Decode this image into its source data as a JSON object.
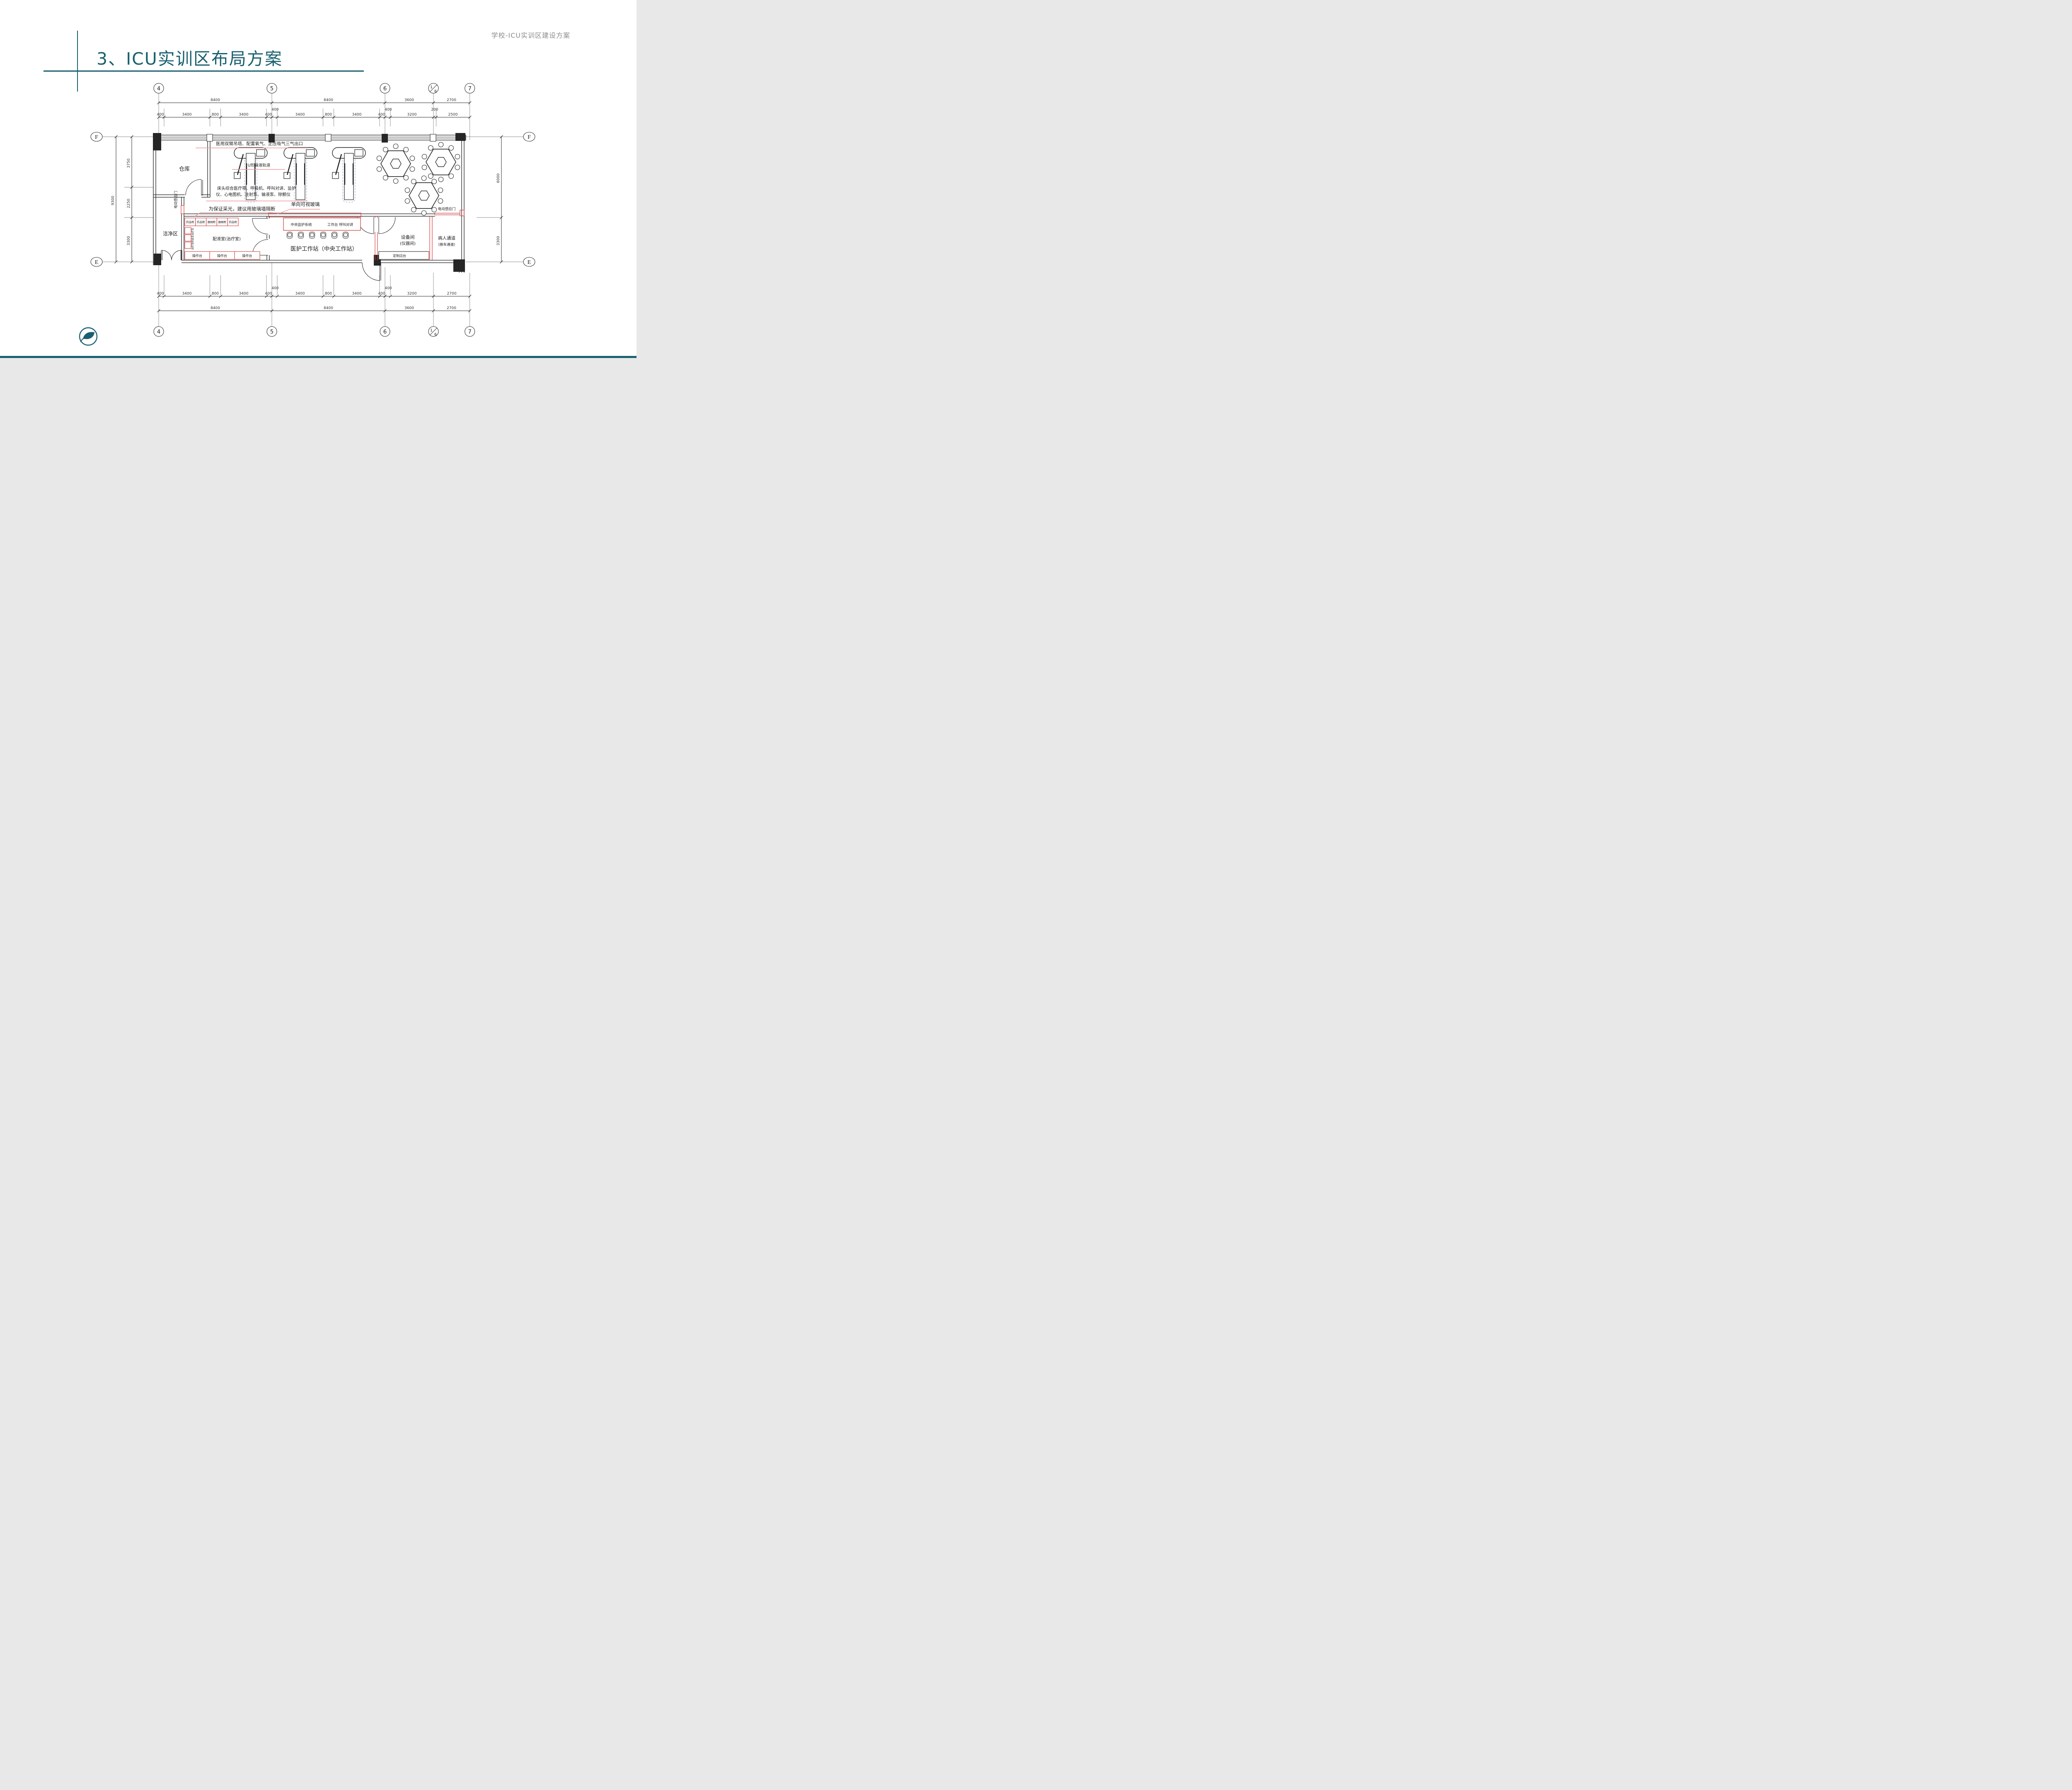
{
  "slide": {
    "header_right": "学校-ICU实训区建设方案",
    "title": "3、ICU实训区布局方案",
    "accent_teal": "#19606e",
    "annotation_red": "#cf3f3f",
    "leader_red": "#ec9c9c"
  },
  "plan": {
    "grid": {
      "cols": [
        "4",
        "5",
        "6",
        "7"
      ],
      "col16": {
        "a": "1",
        "b": "6"
      },
      "rows": [
        "F",
        "E"
      ]
    },
    "dims": {
      "top_major": [
        "8400",
        "8400",
        "3600",
        "2700"
      ],
      "top_minor": [
        "400",
        "3400",
        "800",
        "3400",
        "400",
        "400",
        "3400",
        "800",
        "3400",
        "400",
        "400",
        "3200",
        "200",
        "2500"
      ],
      "bottom_minor": [
        "400",
        "3400",
        "800",
        "3400",
        "400",
        "400",
        "3400",
        "800",
        "3400",
        "400",
        "400",
        "3200",
        "2700"
      ],
      "bottom_major": [
        "8400",
        "8400",
        "3600",
        "2700"
      ],
      "left_total": "9300",
      "left_minor": [
        "3750",
        "2250",
        "3300"
      ],
      "right_minor": [
        "6000",
        "3300"
      ]
    },
    "rooms": {
      "warehouse": "仓库",
      "clean_area": "洁净区",
      "dispensing": "配液室(治疗室)",
      "workstation": "医护工作站（中央工作站）",
      "equipment_line1": "设备间",
      "equipment_line2": "(仪器间)",
      "corridor_line1": "病人通道",
      "corridor_line2": "(换车通道)"
    },
    "annotations": {
      "ceiling_pendant": "医用双臂吊塔、配置氧气、正压吸气三气出口",
      "u_rail": "U形输液轨道",
      "bedside_line1": "床头综合医疗带、呼吸机、呼叫对讲、监护",
      "bedside_line2": "仪、心电图机、注射泵、输液泵、除颤仪",
      "glass_wall": "为保证采光，建议用玻璃墙隔断",
      "one_way_glass": "单向可视玻璃",
      "auto_door_left": "电动感应门",
      "auto_door_right": "电动感应门",
      "desk_label1": "中央监护系统",
      "desk_label2": "工作台  呼叫对讲",
      "side_table": "定制边台"
    },
    "furniture": {
      "cabinets_top": [
        "药品柜",
        "药品柜",
        "器械柜",
        "器械柜",
        "药品柜"
      ],
      "carts_left": [
        "治疗车",
        "药品车",
        "治疗车"
      ],
      "counters": [
        "操作台",
        "操作台",
        "操作台"
      ]
    }
  }
}
